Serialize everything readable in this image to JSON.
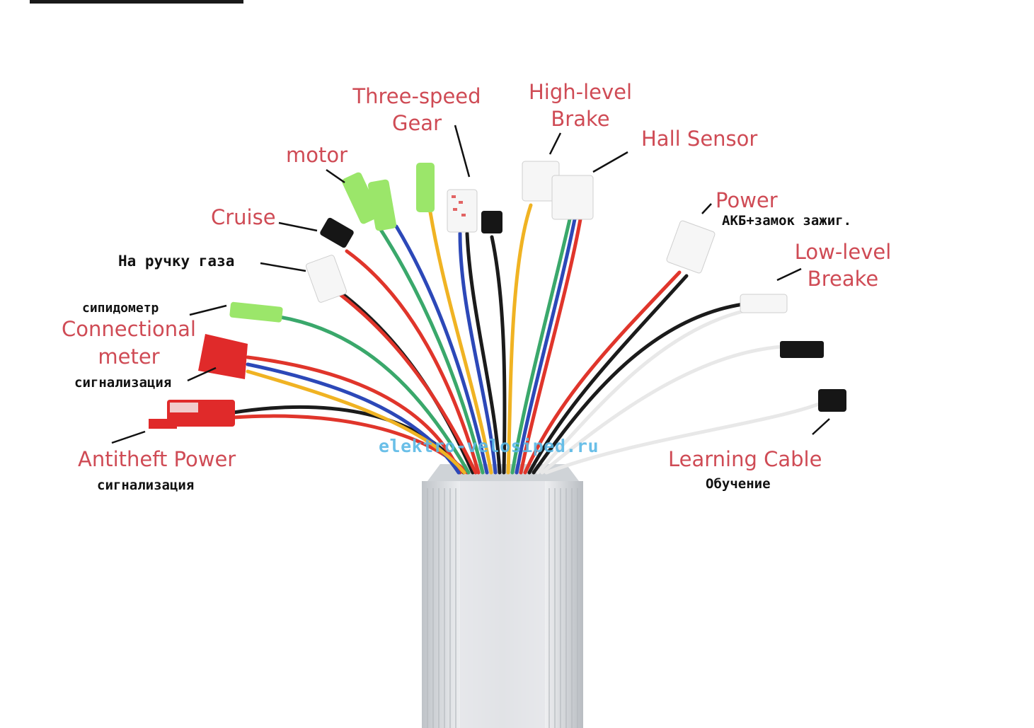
{
  "watermark": "elektro-velosiped.ru",
  "labels": {
    "three_speed_line1": "Three-speed",
    "three_speed_line2": "Gear",
    "high_brake_line1": "High-level",
    "high_brake_line2": "Brake",
    "hall_sensor": "Hall Sensor",
    "motor": "motor",
    "power": "Power",
    "power_ru": "АКБ+замок зажиг.",
    "cruise": "Cruise",
    "throttle_ru": "На ручку газа",
    "low_brake_line1": "Low-level",
    "low_brake_line2": "Breake",
    "speedometer_ru": "сипидометр",
    "connectional_line1": "Connectional",
    "connectional_line2": "meter",
    "alarm_ru_1": "сигнализация",
    "antitheft_power": "Antitheft Power",
    "alarm_ru_2": "сигнализация",
    "learning_cable": "Learning Cable",
    "learning_ru": "Обучение"
  },
  "colors": {
    "label_red": "#cf4b55",
    "watermark_blue": "#5ab9e6",
    "wire_red": "#e0352b",
    "wire_black": "#1b1b1b",
    "wire_blue": "#2c48b8",
    "wire_green": "#3aa86b",
    "wire_yellow": "#f0b323",
    "wire_white": "#e8e8e8",
    "connector_green": "#9be66a",
    "connector_red": "#e02a2a",
    "housing": "#d9dcdf"
  }
}
